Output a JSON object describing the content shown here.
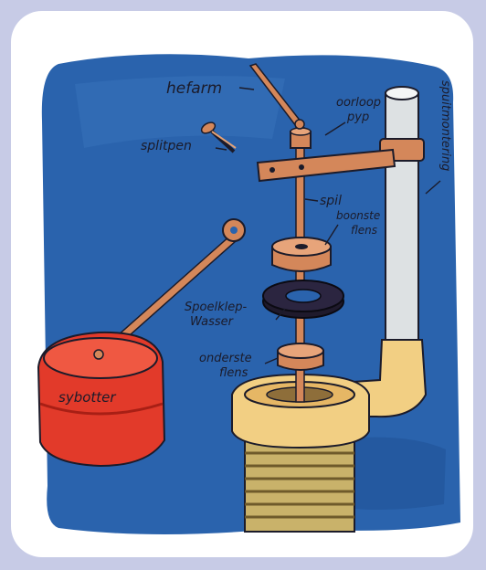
{
  "diagram": {
    "labels": {
      "hefarm": "hefarm",
      "splitpen": "splitpen",
      "oorloop_line1": "oorloop",
      "oorloop_line2": "pyp",
      "spil": "spil",
      "boonste_line1": "boonste",
      "boonste_line2": "flens",
      "spoelklep_line1": "Spoelklep-",
      "spoelklep_line2": "Wasser",
      "onderste_line1": "onderste",
      "onderste_line2": "flens",
      "spuitmontering": "spuitmontering",
      "sybotter": "sybotter"
    },
    "colors": {
      "page_background": "#c7cbe6",
      "card": "#ffffff",
      "water": "#2a63ad",
      "float": "#e23a2a",
      "brass_rod": "#d4875a",
      "washer": "#1f1a2c",
      "fitting": "#f2cf83",
      "overflow_pipe": "#dde1e3"
    }
  }
}
